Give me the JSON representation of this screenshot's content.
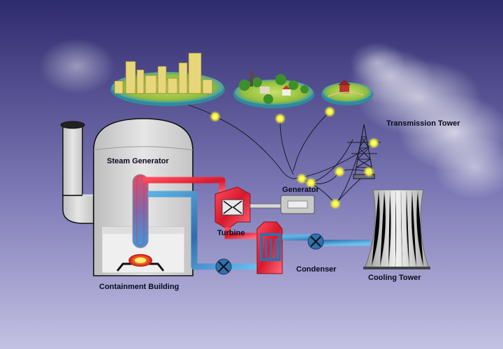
{
  "labels": {
    "steam_generator": "Steam Generator",
    "containment_building": "Containment Building",
    "turbine": "Turbine",
    "generator": "Generator",
    "condenser": "Condenser",
    "cooling_tower": "Cooling Tower",
    "transmission_tower": "Transmission Tower"
  },
  "colors": {
    "sky_top": "#2e2a6e",
    "sky_bottom": "#b9b6dd",
    "building": "#d6d6d6",
    "building_outline": "#111111",
    "hot_water": "#e3243a",
    "cool_water": "#3f8fc8",
    "power_light": "#f5f22a",
    "land": "#a9cf4a",
    "water_island": "#4a9fa8"
  }
}
